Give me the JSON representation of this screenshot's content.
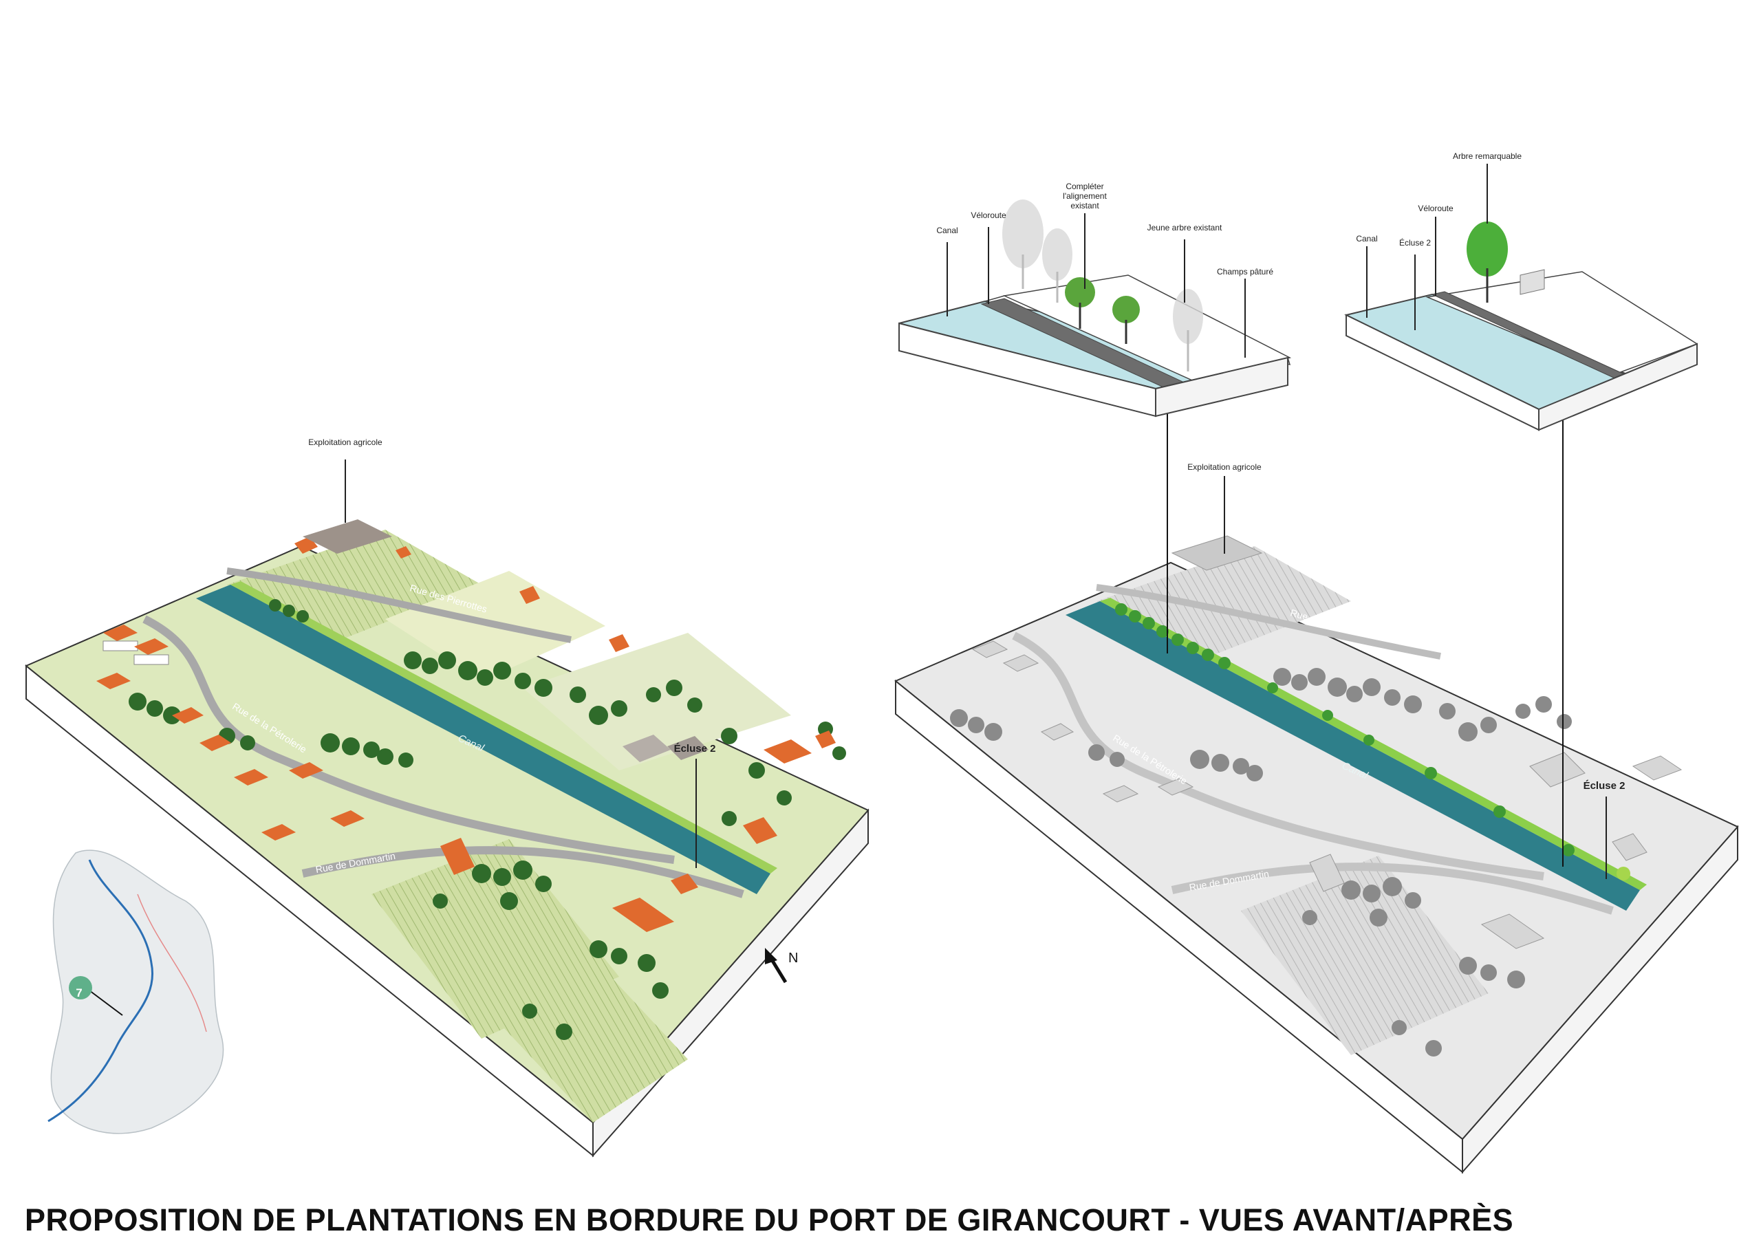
{
  "title": "PROPOSITION DE PLANTATIONS EN BORDURE DU PORT DE GIRANCOURT - VUES AVANT/APRÈS",
  "before_view": {
    "labels": {
      "farm": "Exploitation agricole",
      "lock": "Écluse 2",
      "canal": "Canal",
      "road_pierrottes": "Rue des Pierrottes",
      "road_petroleries": "Rue de la Pétrolerie",
      "road_dommartin": "Rue de Dommartin"
    },
    "north": "N"
  },
  "after_view": {
    "labels": {
      "farm": "Exploitation agricole",
      "lock": "Écluse 2",
      "canal": "Canal",
      "road_pierrottes": "Rue des Pierrottes",
      "road_petroleries": "Rue de la Pétrolerie",
      "road_dommartin": "Rue de Dommartin"
    }
  },
  "section_a": {
    "canal": "Canal",
    "veloroute": "Véloroute",
    "complete_alignment": "Compléter l'alignement existant",
    "young_tree": "Jeune arbre existant",
    "pasture": "Champs pâturé"
  },
  "section_b": {
    "canal": "Canal",
    "lock": "Écluse 2",
    "veloroute": "Véloroute",
    "remarkable_tree": "Arbre remarquable"
  },
  "locator_map": {
    "number": "7"
  },
  "colors": {
    "canal": "#2e7f8a",
    "roof": "#e06a2e",
    "green_field": "#d8e6b4",
    "tree_dark": "#2f6b2a",
    "water_section": "#bfe3e8",
    "new_tree": "#4caf3a",
    "grey_base": "#e6e6e6",
    "map_marker": "#5fb08a"
  }
}
